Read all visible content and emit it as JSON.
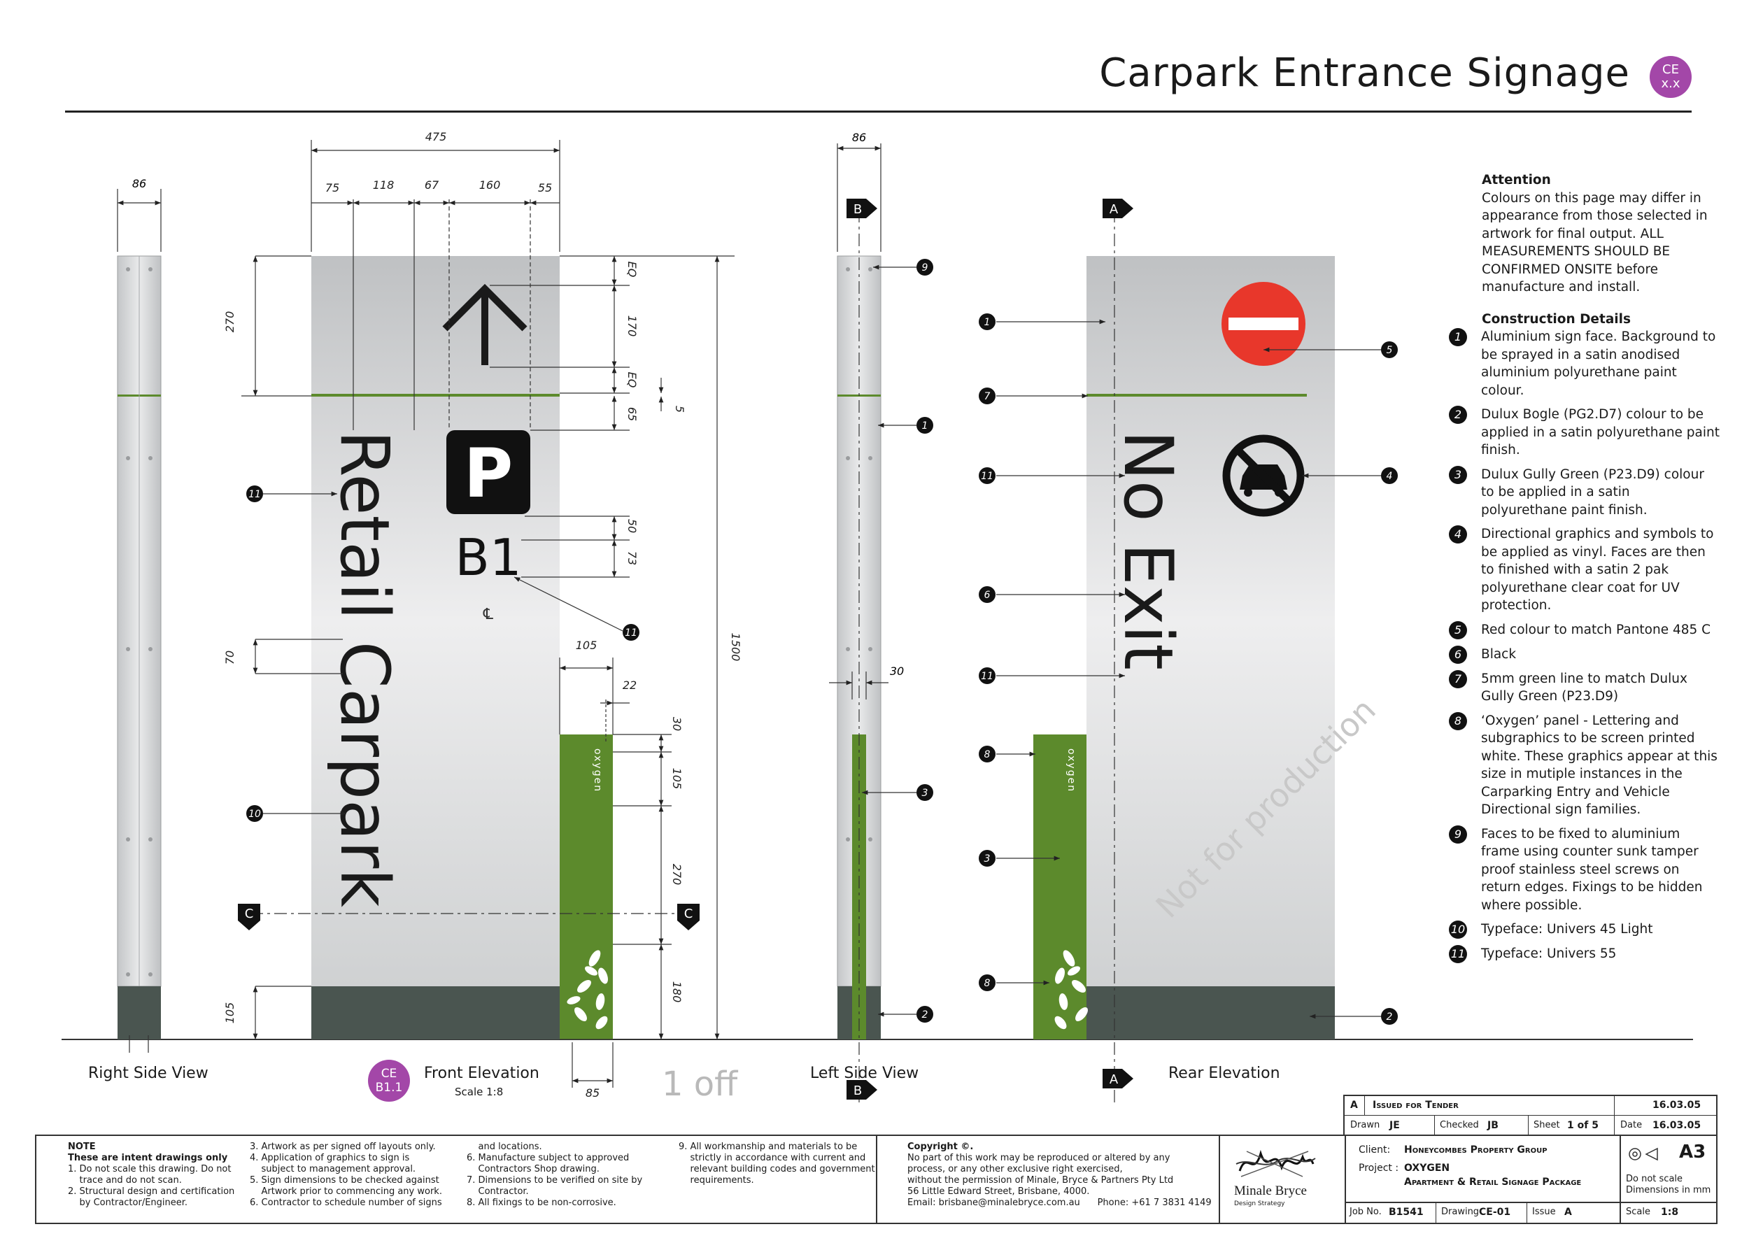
{
  "header": {
    "title": "Carpark Entrance Signage",
    "badge_line1": "CE",
    "badge_line2": "x.x",
    "badge_color": "#a347a8"
  },
  "colors": {
    "aluminium": "#d0d2d3",
    "dark_base": "#4a5550",
    "gully_green": "#5c8a2c",
    "red": "#e8372b",
    "black": "#111111",
    "callout_purple": "#a347a8"
  },
  "sign_front": {
    "retail_carpark": "Retail Carpark",
    "parking_symbol": "P",
    "level": "B1",
    "centerline": "℄",
    "oxygen": "oxygen"
  },
  "sign_rear": {
    "no_exit": "No Exit",
    "watermark": "Not for production",
    "oxygen": "oxygen"
  },
  "dimensions": {
    "right_side_width": "86",
    "left_side_width": "86",
    "front_overall": "475",
    "front_segments": [
      "75",
      "118",
      "67",
      "160",
      "55"
    ],
    "front_left_270": "270",
    "front_left_70": "70",
    "front_left_105": "105",
    "arrow_eq1": "EQ",
    "arrow_170": "170",
    "arrow_eq2": "EQ",
    "gap_65": "65",
    "line_5": "5",
    "p_50": "50",
    "b1_73": "73",
    "overall_1500": "1500",
    "panel_105_w": "105",
    "panel_22": "22",
    "panel_30": "30",
    "panel_105_h": "105",
    "panel_270": "270",
    "panel_180": "180",
    "bottom_85": "85",
    "side_30": "30"
  },
  "section_markers": {
    "B": "B",
    "A": "A",
    "C": "C"
  },
  "callouts": {
    "n1": "1",
    "n2": "2",
    "n3": "3",
    "n4": "4",
    "n5": "5",
    "n6": "6",
    "n7": "7",
    "n8": "8",
    "n9": "9",
    "n10": "10",
    "n11": "11"
  },
  "views": {
    "right_side": "Right Side View",
    "front": "Front Elevation",
    "front_scale": "Scale 1:8",
    "front_badge_1": "CE",
    "front_badge_2": "B1.1",
    "one_off": "1 off",
    "left_side": "Left Side View",
    "rear": "Rear Elevation"
  },
  "attention": {
    "heading": "Attention",
    "text": "Colours on this page may differ in appearance from those selected in artwork for final output.  ALL MEASUREMENTS SHOULD BE CONFIRMED ONSITE before manufacture and install."
  },
  "construction": {
    "heading": "Construction Details",
    "items": [
      {
        "num": "1",
        "text": "Aluminium sign face. Background to be sprayed in a satin anodised aluminium polyurethane paint colour."
      },
      {
        "num": "2",
        "text": "Dulux Bogle (PG2.D7) colour to be applied in a satin polyurethane paint finish."
      },
      {
        "num": "3",
        "text": "Dulux Gully Green (P23.D9) colour to be applied in a satin polyurethane paint finish."
      },
      {
        "num": "4",
        "text": "Directional graphics and symbols to be applied as vinyl. Faces are then to finished with a satin 2 pak polyurethane clear coat for UV protection."
      },
      {
        "num": "5",
        "text": "Red colour to match Pantone 485 C"
      },
      {
        "num": "6",
        "text": "Black"
      },
      {
        "num": "7",
        "text": "5mm green line to match Dulux Gully Green (P23.D9)"
      },
      {
        "num": "8",
        "text": "‘Oxygen’ panel - Lettering and subgraphics to be screen printed white. These graphics appear at this size in mutiple instances in the Carparking Entry and Vehicle Directional sign families."
      },
      {
        "num": "9",
        "text": "Faces to be fixed to aluminium frame using counter sunk tamper proof stainless steel screws on return edges. Fixings to be hidden where possible."
      },
      {
        "num": "10",
        "text": "Typeface: Univers 45 Light"
      },
      {
        "num": "11",
        "text": "Typeface: Univers 55"
      }
    ]
  },
  "title_block": {
    "note_heading": "NOTE",
    "note_sub": "These are intent drawings only",
    "notes_col1": [
      "1. Do not scale this drawing. Do not",
      "    trace and do not scan.",
      "2. Structural design and certification",
      "    by Contractor/Engineer."
    ],
    "notes_col2": [
      "3. Artwork as per signed off layouts only.",
      "4. Application of graphics to sign is",
      "    subject to management approval.",
      "5. Sign dimensions to be checked against",
      "    Artwork prior to commencing any work.",
      "6. Contractor to schedule number of signs"
    ],
    "notes_col3": [
      "    and locations.",
      "6. Manufacture subject to approved",
      "    Contractors Shop drawing.",
      "7. Dimensions to be verified on site by",
      "    Contractor.",
      "8. All fixings to be non-corrosive."
    ],
    "notes_col4": [
      "9. All workmanship and materials to be",
      "    strictly in accordance with current and",
      "    relevant building codes and government",
      "    requirements."
    ],
    "copyright_heading": "Copyright ©.",
    "copyright_lines": [
      "No part of this work may be reproduced or altered by any",
      "process, or any other exclusive right exercised,",
      "without the permission of Minale, Bryce & Partners Pty Ltd",
      "56 Little Edward Street, Brisbane, 4000."
    ],
    "email": "Email: brisbane@minalebryce.com.au",
    "phone": "Phone: +61 7 3831 4149",
    "logo_name": "Minale Bryce",
    "logo_sub": "Design Strategy",
    "rev": "A",
    "rev_desc": "Issued for Tender",
    "rev_date": "16.03.05",
    "drawn_label": "Drawn",
    "drawn": "JE",
    "checked_label": "Checked",
    "checked": "JB",
    "sheet_label": "Sheet",
    "sheet": "1 of 5",
    "date_label": "Date",
    "date": "16.03.05",
    "client_label": "Client:",
    "client": "Honeycombes Property Group",
    "project_label": "Project :",
    "project_1": "OXYGEN",
    "project_2": "Apartment & Retail Signage Package",
    "size": "A3",
    "noscale_1": "Do not scale",
    "noscale_2": "Dimensions in mm",
    "job_label": "Job No.",
    "job": "B1541",
    "drawing_label": "Drawing",
    "drawing": "CE-01",
    "issue_label": "Issue",
    "issue": "A",
    "scale_label": "Scale",
    "scale": "1:8"
  }
}
